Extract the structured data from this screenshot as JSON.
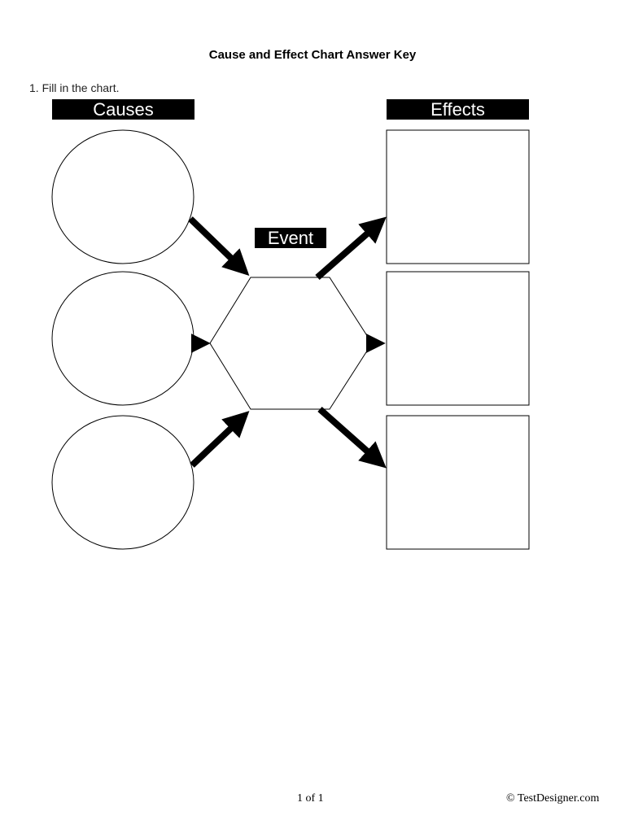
{
  "document": {
    "title": "Cause and Effect Chart Answer Key",
    "instruction": "1.  Fill in the chart."
  },
  "chart": {
    "causes_label": "Causes",
    "effects_label": "Effects",
    "event_label": "Event",
    "causes": [
      "",
      "",
      ""
    ],
    "effects": [
      "",
      "",
      ""
    ],
    "event": ""
  },
  "footer": {
    "page": "1 of 1",
    "copyright": "© TestDesigner.com"
  }
}
